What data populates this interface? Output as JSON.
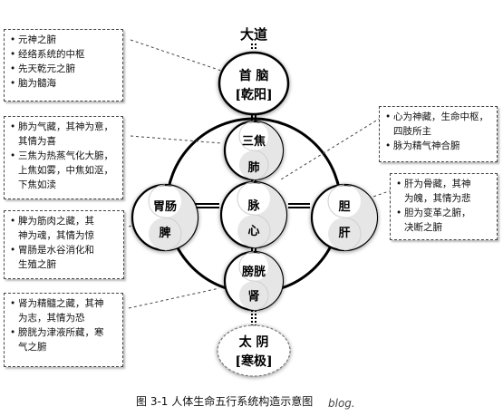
{
  "top_label": "大道",
  "bottom_node": {
    "line1": "太 阴",
    "line2": "[寒极]"
  },
  "nodes": {
    "head": {
      "line1": "首 脑",
      "line2": "[乾阳]"
    },
    "sanjiao": {
      "top": "三焦",
      "bottom": "肺"
    },
    "center": {
      "top": "脉",
      "bottom": "心"
    },
    "left": {
      "top": "胃肠",
      "bottom": "脾"
    },
    "right": {
      "top": "胆",
      "bottom": "肝"
    },
    "bladder": {
      "top": "膀胱",
      "bottom": "肾"
    }
  },
  "boxes": {
    "top_left": [
      "元神之腑",
      "经络系统的中枢",
      "先天乾元之腑",
      "脑为髓海"
    ],
    "mid_left": [
      "肺为气藏，其神为意，",
      "其情为喜",
      "三焦为热蒸气化大腑，",
      "上焦如雾，中焦如沤，",
      "下焦如渎"
    ],
    "spleen": [
      "脾为筋肉之藏，其",
      "神为魂，其情为惊",
      "胃肠是水谷消化和",
      "生殖之腑"
    ],
    "kidney": [
      "肾为精髓之藏，其神",
      "为志，其情为恐",
      "膀胱为津液所藏，寒",
      "气之腑"
    ],
    "heart": [
      "心为神藏，生命中枢，",
      "四肢所主",
      "脉为精气神合腑"
    ],
    "liver": [
      "肝为骨藏，其神",
      "为魄，其情为悲",
      "胆为变革之腑，",
      "决断之腑"
    ]
  },
  "bullet": "•",
  "caption": "图 3-1  人体生命五行系统构造示意图",
  "watermark": "blog."
}
